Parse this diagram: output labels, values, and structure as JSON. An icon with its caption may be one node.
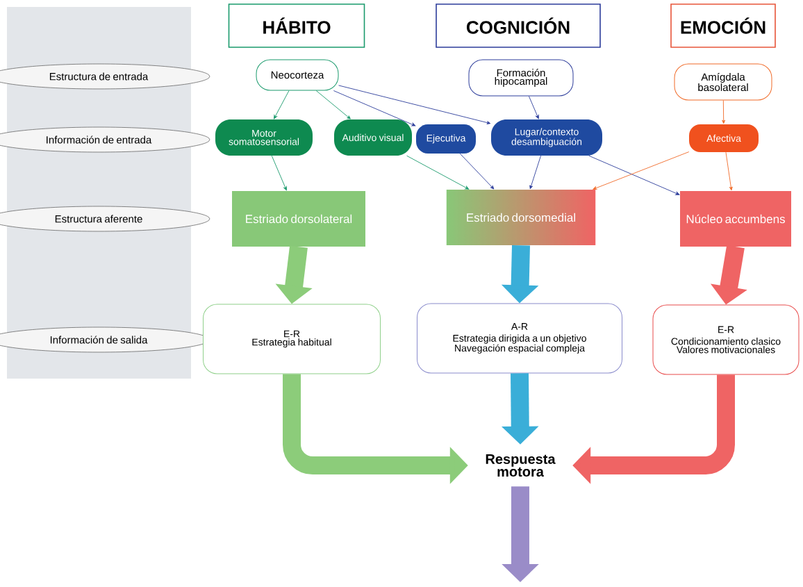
{
  "diagram": {
    "nodes": [
      {
        "text": [
          "HÁBITO"
        ]
      },
      {
        "text": [
          "COGNICIÓN"
        ]
      },
      {
        "text": [
          "EMOCIÓN"
        ]
      },
      {
        "text": [
          "Estructura de entrada"
        ]
      },
      {
        "text": [
          "Información de entrada"
        ]
      },
      {
        "text": [
          "Estructura aferente"
        ]
      },
      {
        "text": [
          "Información de salida"
        ]
      },
      {
        "text": [
          "Neocorteza"
        ]
      },
      {
        "text": [
          "Formación hipocampal"
        ]
      },
      {
        "text": [
          "Amígdala basolateral"
        ]
      },
      {
        "text": [
          "Motor somatosensorial"
        ]
      },
      {
        "text": [
          "Auditivo visual"
        ]
      },
      {
        "text": [
          "Ejecutiva"
        ]
      },
      {
        "text": [
          "Lugar/contexto desambiguación"
        ]
      },
      {
        "text": [
          "Afectiva"
        ]
      },
      {
        "text": [
          "Estriado dorsolateral"
        ]
      },
      {
        "text": [
          "Estriado dorsomedial"
        ]
      },
      {
        "text": [
          "Núcleo accumbens"
        ]
      },
      {
        "text": [
          "E-R",
          "Estrategia habitual"
        ]
      },
      {
        "text": [
          "A-R",
          "Estrategia dirigida a un objetivo",
          "Navegación espacial compleja"
        ]
      },
      {
        "text": [
          "E-R",
          "Condicionamiento clasico",
          "Valores motivacionales"
        ]
      },
      {
        "text": [
          "Respuesta motora"
        ]
      }
    ],
    "edges": [
      {
        "from": 7,
        "to": 10,
        "arrow": "to",
        "color": "#1a9a6c"
      },
      {
        "from": 7,
        "to": 11,
        "arrow": "to",
        "color": "#1a9a6c"
      },
      {
        "from": 7,
        "to": 12,
        "arrow": "to",
        "color": "#2d3d9b"
      },
      {
        "from": 7,
        "to": 13,
        "arrow": "to",
        "color": "#2d3d9b"
      },
      {
        "from": 8,
        "to": 13,
        "arrow": "to",
        "color": "#2d3d9b"
      },
      {
        "from": 9,
        "to": 14,
        "arrow": "to",
        "color": "#f06a28"
      },
      {
        "from": 10,
        "to": 15,
        "arrow": "to",
        "color": "#1a9a6c"
      },
      {
        "from": 11,
        "to": 16,
        "arrow": "to",
        "color": "#1a9a6c"
      },
      {
        "from": 12,
        "to": 16,
        "arrow": "to",
        "color": "#2d3d9b"
      },
      {
        "from": 13,
        "to": 16,
        "arrow": "to",
        "color": "#2d3d9b"
      },
      {
        "from": 13,
        "to": 17,
        "arrow": "to",
        "color": "#2d3d9b"
      },
      {
        "from": 14,
        "to": 16,
        "arrow": "to",
        "color": "#f06a28"
      },
      {
        "from": 14,
        "to": 17,
        "arrow": "to",
        "color": "#f06a28"
      },
      {
        "from": 15,
        "to": 18,
        "arrow": "to",
        "style": "thick",
        "color": "#8ccc7a"
      },
      {
        "from": 16,
        "to": 19,
        "arrow": "to",
        "style": "thick",
        "color": "#3aaed8"
      },
      {
        "from": 17,
        "to": 20,
        "arrow": "to",
        "style": "thick",
        "color": "#ef6464"
      },
      {
        "from": 18,
        "to": 21,
        "arrow": "to",
        "style": "thick",
        "color": "#8ccc7a"
      },
      {
        "from": 19,
        "to": 21,
        "arrow": "to",
        "style": "thick",
        "color": "#3aaed8"
      },
      {
        "from": 20,
        "to": 21,
        "arrow": "to",
        "style": "thick",
        "color": "#ef6464"
      },
      {
        "from": 21,
        "to": null,
        "arrow": "to",
        "style": "thick",
        "color": "#9a8cc8"
      }
    ]
  }
}
